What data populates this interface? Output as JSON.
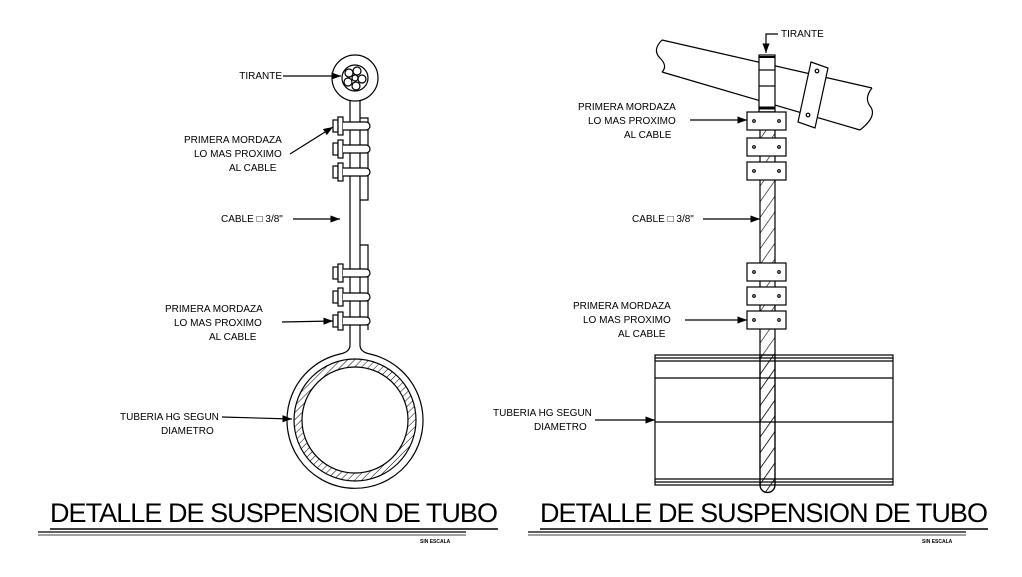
{
  "left_detail": {
    "tirante_label": "TIRANTE",
    "mordaza_top": [
      "PRIMERA MORDAZA",
      "LO MAS PROXIMO",
      "AL CABLE"
    ],
    "cable_label": "CABLE □ 3/8\"",
    "mordaza_bottom": [
      "PRIMERA MORDAZA",
      "LO MAS PROXIMO",
      "AL CABLE"
    ],
    "tuberia_label": [
      "TUBERIA HG SEGUN",
      "DIAMETRO"
    ],
    "title": "DETALLE DE SUSPENSION DE TUBO",
    "scale": "SIN ESCALA"
  },
  "right_detail": {
    "tirante_label": "TIRANTE",
    "mordaza_top": [
      "PRIMERA MORDAZA",
      "LO MAS PROXIMO",
      "AL CABLE"
    ],
    "cable_label": "CABLE □ 3/8\"",
    "mordaza_bottom": [
      "PRIMERA MORDAZA",
      "LO MAS PROXIMO",
      "AL CABLE"
    ],
    "tuberia_label": [
      "TUBERIA HG SEGUN",
      "DIAMETRO"
    ],
    "title": "DETALLE DE SUSPENSION DE TUBO",
    "scale": "SIN ESCALA"
  }
}
